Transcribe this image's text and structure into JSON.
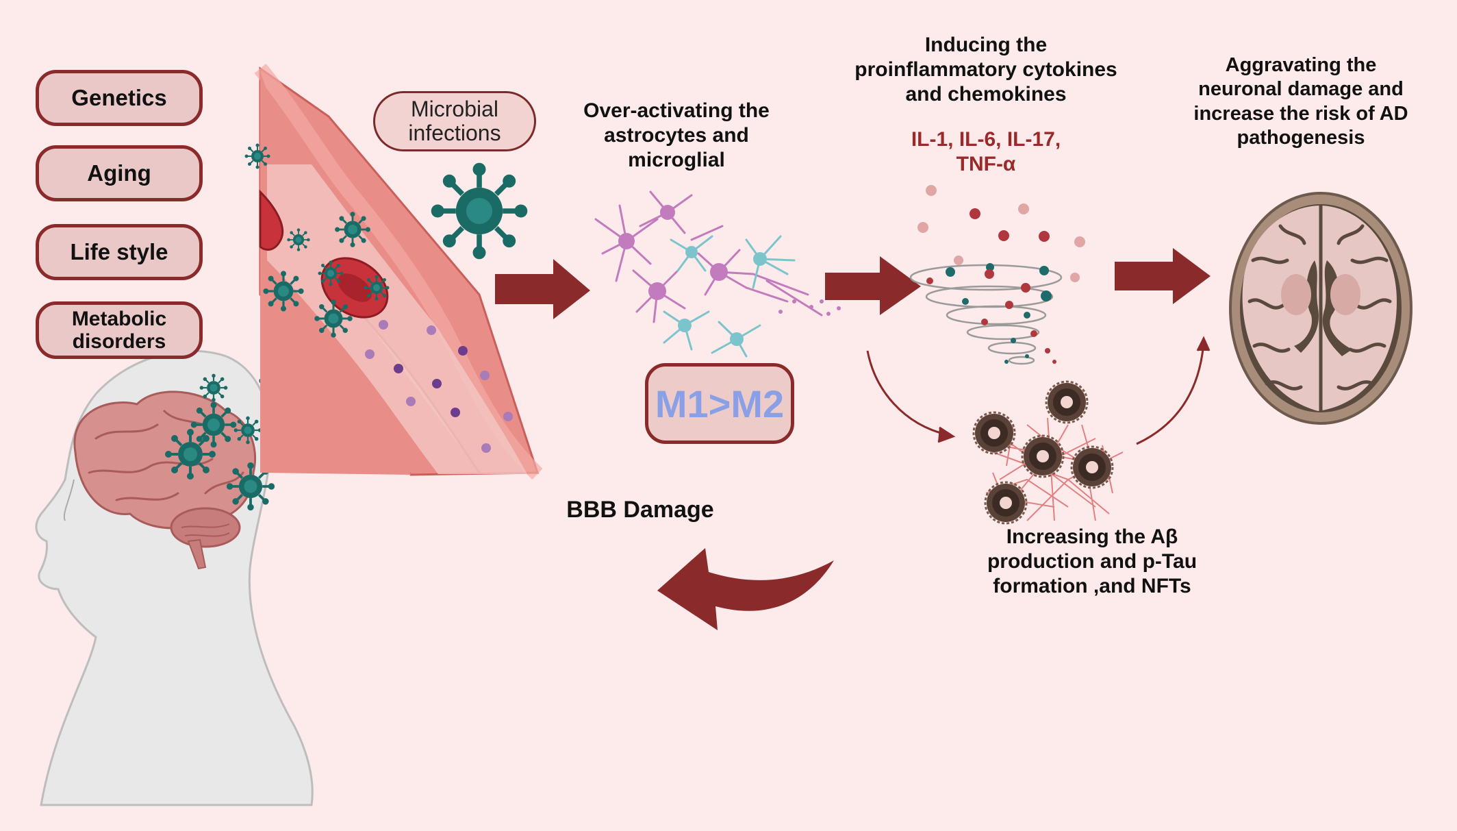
{
  "risk_factors": [
    {
      "label": "Genetics"
    },
    {
      "label": "Aging"
    },
    {
      "label": "Life style"
    },
    {
      "label": "Metabolic disorders"
    }
  ],
  "microbial_infections": "Microbial infections",
  "over_activating": "Over-activating the astrocytes and microglial",
  "m1_m2": "M1>M2",
  "inducing": "Inducing the proinflammatory cytokines and chemokines",
  "cytokines": "IL-1, IL-6, IL-17, TNF-α",
  "aggravating": "Aggravating the neuronal damage and increase the risk of AD pathogenesis",
  "increasing": "Increasing the Aβ production and p-Tau formation ,and NFTs",
  "bbb_damage": "BBB Damage",
  "colors": {
    "background": "#fdeaea",
    "arrow": "#8a2a2a",
    "box_border": "#8a2a2a",
    "box_fill": "#eac8c8",
    "cytokine_text": "#9a2a2a",
    "virus": "#1a6b66",
    "m_text": "#8aa0e6"
  },
  "icons": [
    "virus-icon",
    "head-icon",
    "brain-icon",
    "blood-vessel-icon",
    "glial-cells-icon",
    "cytokine-swirl-icon",
    "amyloid-plaque-icon",
    "brain-section-icon"
  ]
}
